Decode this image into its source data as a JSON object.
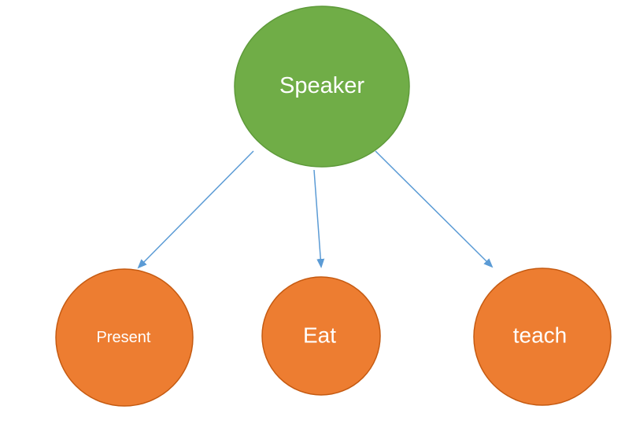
{
  "diagram": {
    "root": {
      "label": "Speaker",
      "color": "#70AD47",
      "border_color": "#5E9A3A"
    },
    "children": [
      {
        "label": "Present",
        "color": "#ED7D31",
        "border_color": "#C55A11"
      },
      {
        "label": "Eat",
        "color": "#ED7D31",
        "border_color": "#C55A11"
      },
      {
        "label": "teach",
        "color": "#ED7D31",
        "border_color": "#C55A11"
      }
    ],
    "edges": [
      {
        "from": "Speaker",
        "to": "Present"
      },
      {
        "from": "Speaker",
        "to": "Eat"
      },
      {
        "from": "Speaker",
        "to": "teach"
      }
    ],
    "arrow_color": "#5B9BD5"
  }
}
